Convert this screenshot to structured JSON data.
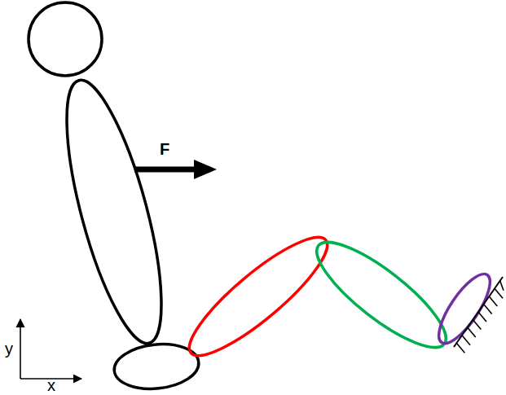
{
  "diagram": {
    "labels": [
      "F",
      "y",
      "x"
    ]
  }
}
